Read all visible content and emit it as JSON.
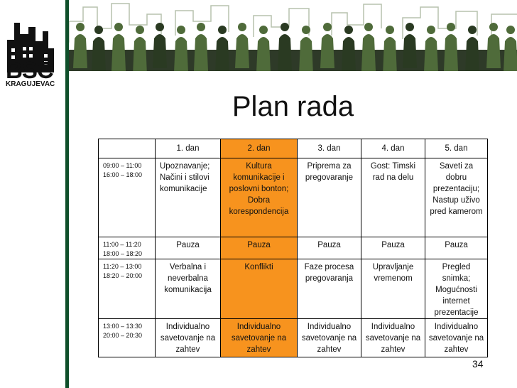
{
  "logo": {
    "name": "BSC",
    "sub": "KRAGUJEVAC"
  },
  "title": "Plan rada",
  "table": {
    "headers": [
      "1. dan",
      "2. dan",
      "3. dan",
      "4. dan",
      "5. dan"
    ],
    "rows": [
      {
        "time": [
          "09:00 – 11:00",
          "16:00 – 18:00"
        ],
        "cells": [
          "Upoznavanje; Načini i stilovi komunikacije",
          "Kultura komunikacije i poslovni bonton; Dobra korespondencija",
          "Priprema za pregovaranje",
          "Gost: Timski rad na delu",
          "Saveti za dobru prezentaciju; Nastup uživo pred kamerom"
        ]
      },
      {
        "time": [
          "11:00 – 11:20",
          "18:00 – 18:20"
        ],
        "cells": [
          "Pauza",
          "Pauza",
          "Pauza",
          "Pauza",
          "Pauza"
        ]
      },
      {
        "time": [
          "11:20 – 13:00",
          "18:20 – 20:00"
        ],
        "cells": [
          "Verbalna i neverbalna komunikacija",
          "Konflikti",
          "Faze procesa pregovaranja",
          "Upravljanje vremenom",
          "Pregled snimka; Mogućnosti internet prezentacije"
        ]
      },
      {
        "time": [
          "13:00 – 13:30",
          "20:00 – 20:30"
        ],
        "cells": [
          "Individualno savetovanje na zahtev",
          "Individualno savetovanje na zahtev",
          "Individualno savetovanje na zahtev",
          "Individualno savetovanje na zahtev",
          "Individualno savetovanje na zahtev"
        ]
      }
    ]
  },
  "page_number": "34",
  "colors": {
    "highlight": "#f7931e",
    "sidebar_rule": "#0f4f2a",
    "banner_figures": "#4f6b3a"
  }
}
